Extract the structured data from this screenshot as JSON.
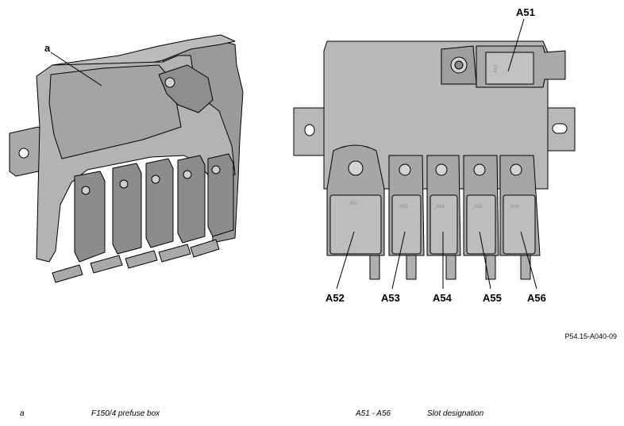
{
  "callouts": {
    "a": "a",
    "a51": "A51",
    "a52": "A52",
    "a53": "A53",
    "a54": "A54",
    "a55": "A55",
    "a56": "A56"
  },
  "slot_labels": {
    "a51": "A51",
    "a52": "A52",
    "a53": "A53",
    "a54": "A54",
    "a55": "A55",
    "a56": "A56"
  },
  "reference_code": "P54.15-A040-09",
  "legend": [
    {
      "key": "a",
      "description": "F150/4 prefuse box"
    },
    {
      "key": "A51 - A56",
      "description": "Slot designation"
    }
  ]
}
